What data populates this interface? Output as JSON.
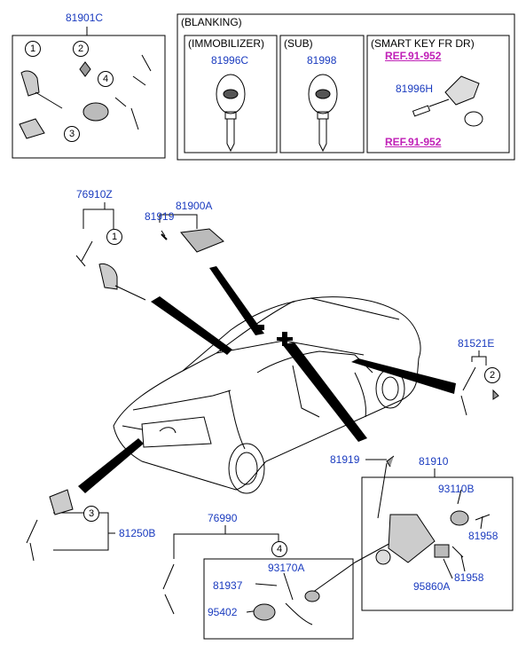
{
  "top_left": {
    "part": "81901C",
    "callouts": [
      "1",
      "2",
      "3",
      "4"
    ]
  },
  "blanking": {
    "title": "(BLANKING)",
    "immobilizer": {
      "title": "(IMMOBILIZER)",
      "part": "81996C"
    },
    "sub": {
      "title": "(SUB)",
      "part": "81998"
    },
    "smart_key": {
      "title": "(SMART KEY FR DR)",
      "ref1": "REF.91-952",
      "part": "81996H",
      "ref2": "REF.91-952"
    }
  },
  "parts": {
    "p76910Z": "76910Z",
    "p81919a": "81919",
    "p81900A": "81900A",
    "p81521E": "81521E",
    "p81919b": "81919",
    "p81910": "81910",
    "p93110B": "93110B",
    "p81958a": "81958",
    "p81958b": "81958",
    "p95860A": "95860A",
    "p81250B": "81250B",
    "p76990": "76990",
    "p93170A": "93170A",
    "p81937": "81937",
    "p95402": "95402"
  },
  "callouts": {
    "c1": "1",
    "c2": "2",
    "c3": "3",
    "c4": "4"
  }
}
